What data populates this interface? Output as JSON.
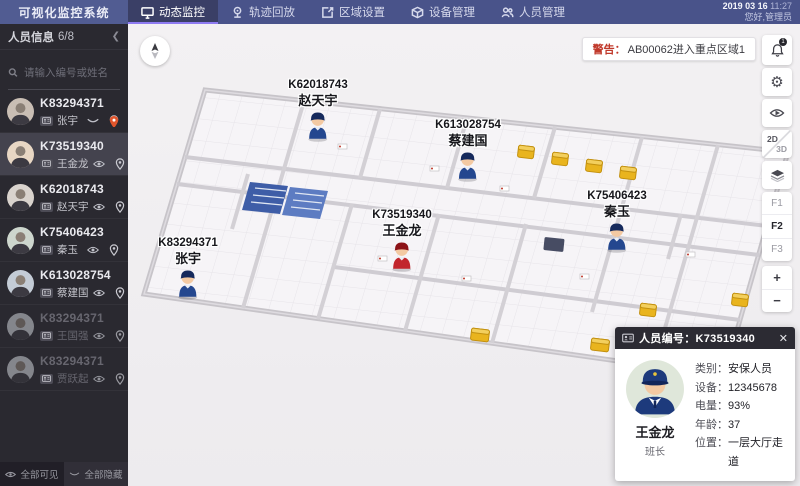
{
  "app": {
    "title": "可视化监控系统",
    "date": "2019 03 16",
    "time": "11:27",
    "greeting": "您好,管理员"
  },
  "nav": {
    "tabs": [
      {
        "label": "动态监控",
        "icon": "monitor-icon",
        "active": true
      },
      {
        "label": "轨迹回放",
        "icon": "track-playback-icon",
        "active": false
      },
      {
        "label": "区域设置",
        "icon": "area-settings-icon",
        "active": false
      },
      {
        "label": "设备管理",
        "icon": "device-manage-icon",
        "active": false
      },
      {
        "label": "人员管理",
        "icon": "people-manage-icon",
        "active": false
      }
    ]
  },
  "sidebar": {
    "header": {
      "title": "人员信息",
      "count": "6/8",
      "collapse": "❮"
    },
    "search_placeholder": "请输入编号或姓名",
    "people": [
      {
        "id": "K83294371",
        "name": "张宇",
        "state": "online-hidden"
      },
      {
        "id": "K73519340",
        "name": "王金龙",
        "state": "selected"
      },
      {
        "id": "K62018743",
        "name": "赵天宇",
        "state": "online"
      },
      {
        "id": "K75406423",
        "name": "秦玉",
        "state": "online"
      },
      {
        "id": "K613028754",
        "name": "蔡建国",
        "state": "online"
      },
      {
        "id": "K83294371",
        "name": "王国强",
        "state": "offline"
      },
      {
        "id": "K83294371",
        "name": "贾跃起",
        "state": "offline"
      }
    ],
    "footer": {
      "show_all": "全部可见",
      "hide_all": "全部隐藏"
    }
  },
  "map": {
    "alert": {
      "prefix": "警告：",
      "text": "AB00062进入重点区域1",
      "badge": "1"
    },
    "toolbar": {
      "mode_2d": "2D",
      "mode_3d": "3D",
      "floors": [
        "F1",
        "F2",
        "F3"
      ],
      "active_floor": "F2",
      "zoom_in": "+",
      "zoom_out": "−"
    },
    "markers": [
      {
        "id": "K62018743",
        "name": "赵天宇",
        "color": "blue"
      },
      {
        "id": "K613028754",
        "name": "蔡建国",
        "color": "blue"
      },
      {
        "id": "K73519340",
        "name": "王金龙",
        "color": "red"
      },
      {
        "id": "K83294371",
        "name": "张宇",
        "color": "blue"
      },
      {
        "id": "K75406423",
        "name": "秦玉",
        "color": "blue"
      }
    ]
  },
  "popup": {
    "title": "人员编号：K73519340",
    "close": "✕",
    "name": "王金龙",
    "role": "班长",
    "fields": [
      {
        "label": "类别：",
        "value": "安保人员"
      },
      {
        "label": "设备：",
        "value": "12345678"
      },
      {
        "label": "电量：",
        "value": "93%"
      },
      {
        "label": "年龄：",
        "value": "37"
      },
      {
        "label": "位置：",
        "value": "一层大厅走道"
      }
    ]
  },
  "colors": {
    "accent": "#8e7bf2",
    "alert_red": "#c0392b",
    "marker_blue": "#24478f",
    "marker_red": "#c2252c",
    "machine_yellow": "#e9b41e",
    "topbar": "#49538a",
    "sidebar": "#2a2930"
  }
}
